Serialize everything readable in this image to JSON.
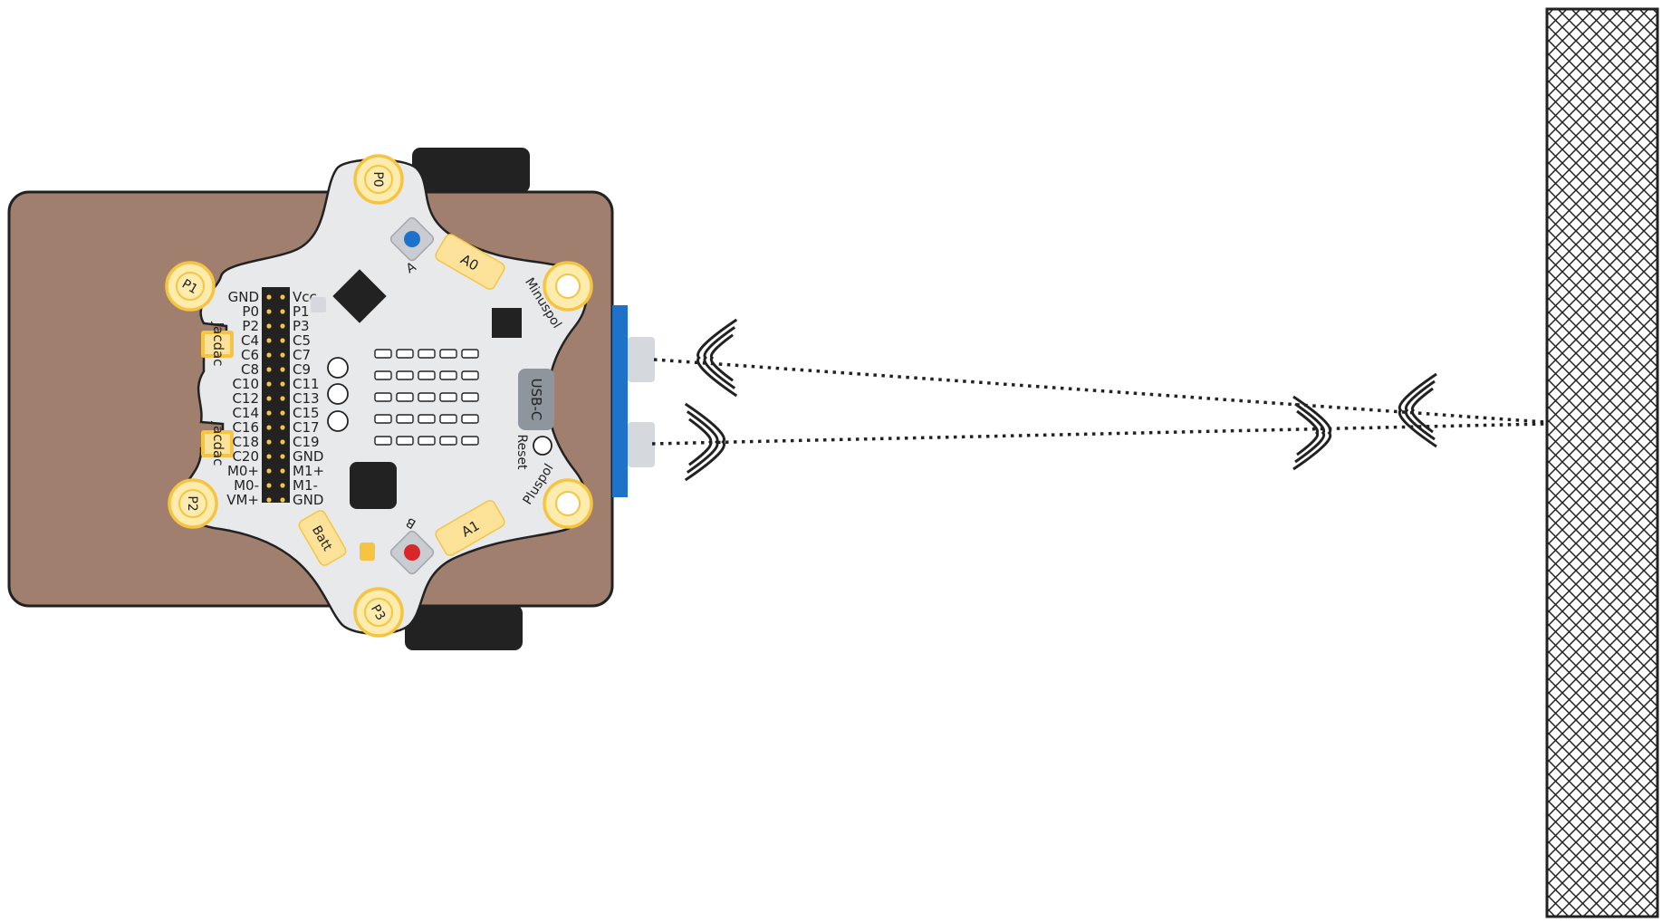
{
  "colors": {
    "chassis": "#a07f6e",
    "board": "#e8e9eb",
    "pad": "#f6c441",
    "pad_fill": "#fdecad",
    "tag": "#fde39a",
    "sensor": "#1f72c9",
    "button_a": "#1f72c9",
    "button_b": "#d9262a",
    "wheel": "#222222",
    "usb": "#8e959c"
  },
  "board": {
    "pads": [
      "P0",
      "P1",
      "P2",
      "P3"
    ],
    "tags": [
      "A0",
      "A1",
      "Batt"
    ],
    "edge_labels": [
      "Minuspol",
      "Pluspol"
    ],
    "buttons": [
      "A",
      "B"
    ],
    "usb_label": "USB-C",
    "reset_label": "Reset",
    "jacdac_label": "Jacdac",
    "header_left": [
      "GND",
      "P0",
      "P2",
      "C4",
      "C6",
      "C8",
      "C10",
      "C12",
      "C14",
      "C16",
      "C18",
      "C20",
      "M0+",
      "M0-",
      "VM+"
    ],
    "header_right": [
      "Vcc",
      "P1",
      "P3",
      "C5",
      "C7",
      "C9",
      "C11",
      "C13",
      "C15",
      "C17",
      "C19",
      "GND",
      "M1+",
      "M1-",
      "GND"
    ]
  },
  "diagram": {
    "icons": [
      "ultrasonic-sensor-icon",
      "sound-wave-icon",
      "wall-icon"
    ]
  }
}
